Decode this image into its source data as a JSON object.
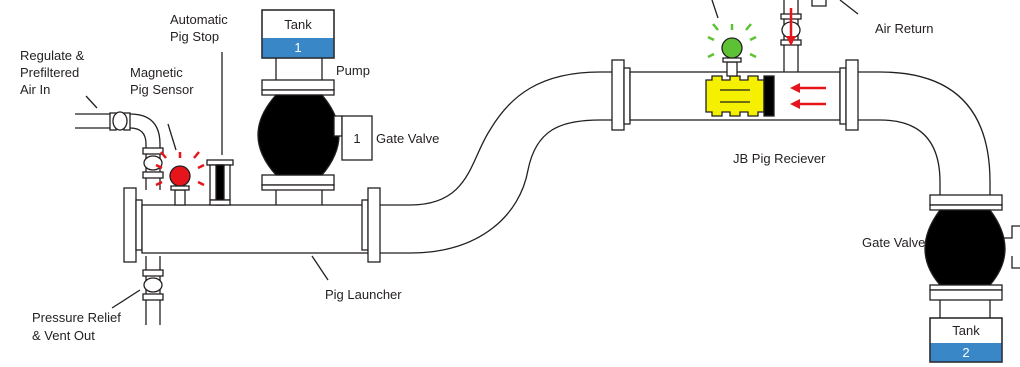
{
  "labels": {
    "regulate_air_in": [
      "Regulate &",
      "Prefiltered",
      "Air In"
    ],
    "magnetic_pig_sensor": [
      "Magnetic",
      "Pig Sensor"
    ],
    "automatic_pig_stop": [
      "Automatic",
      "Pig Stop"
    ],
    "pump": "Pump",
    "gate_valve_1": "Gate Valve",
    "pig_launcher": "Pig Launcher",
    "pressure_relief": [
      "Pressure Relief",
      "& Vent Out"
    ],
    "jb_pig_receiver": "JB Pig Reciever",
    "air_return": "Air Return",
    "gate_valve_2": "Gate Valve"
  },
  "tank1": {
    "title": "Tank",
    "number": "1"
  },
  "tank2": {
    "title": "Tank",
    "number": "2"
  },
  "gate_valve_1_number": "1",
  "colors": {
    "line": "#231f20",
    "pump_body": "#000000",
    "tank_liquid": "#3a87c8",
    "sensor_red": "#e6141b",
    "sensor_green": "#5cc234",
    "pig_yellow": "#f5f000",
    "arrow_red": "#e6141b"
  }
}
